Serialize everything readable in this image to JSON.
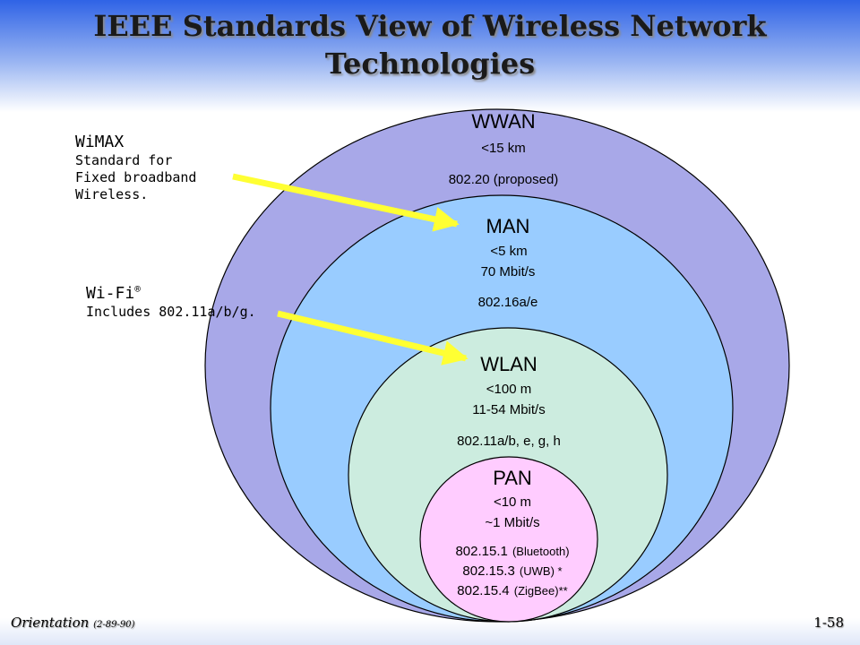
{
  "title": {
    "line1": "IEEE Standards View of Wireless Network",
    "line2": "Technologies"
  },
  "networks": {
    "wwan": {
      "name": "WWAN",
      "range": "<15 km",
      "standard": "802.20 (proposed)",
      "color": "#a8a8e8"
    },
    "man": {
      "name": "MAN",
      "range": "<5 km",
      "rate": "70 Mbit/s",
      "standard": "802.16a/e",
      "color": "#99ccff"
    },
    "wlan": {
      "name": "WLAN",
      "range": "<100 m",
      "rate": "11-54 Mbit/s",
      "standard": "802.11a/b, e, g, h",
      "color": "#ccecdf"
    },
    "pan": {
      "name": "PAN",
      "range": "<10 m",
      "rate": "~1 Mbit/s",
      "standards": [
        {
          "code": "802.15.1",
          "note": "(Bluetooth)"
        },
        {
          "code": "802.15.3",
          "note": "(UWB) *"
        },
        {
          "code": "802.15.4",
          "note": "(ZigBee)**"
        }
      ],
      "color": "#ffccff"
    }
  },
  "callouts": {
    "wimax": {
      "heading": "WiMAX",
      "lines": [
        "Standard for",
        "Fixed broadband",
        "Wireless."
      ]
    },
    "wifi": {
      "heading": "Wi-Fi",
      "mark": "®",
      "line": "Includes 802.11a/b/g."
    }
  },
  "arrow_color": "#ffff33",
  "footer": {
    "course": "Orientation",
    "course_code": "(2-89-90)",
    "page": "1-58"
  }
}
